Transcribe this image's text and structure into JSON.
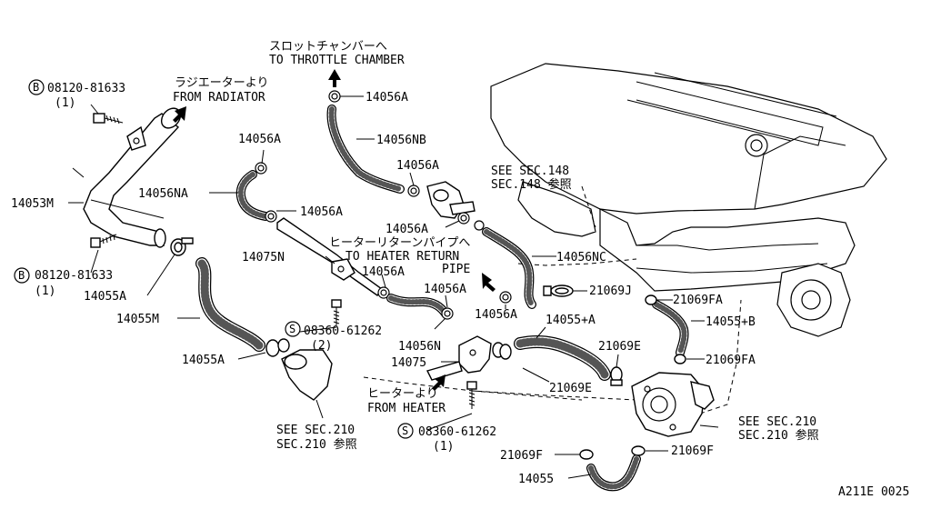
{
  "labels": {
    "to_throttle_jp": "スロットチャンバーへ",
    "to_throttle_en": "TO THROTTLE CHAMBER",
    "from_radiator_jp": "ラジエーターより",
    "from_radiator_en": "FROM RADIATOR",
    "bolt_top_num": "08120-81633",
    "bolt_top_qty": "(1)",
    "bolt_bot_num": "08120-81633",
    "bolt_bot_qty": "(1)",
    "p14056A_1": "14056A",
    "p14056NB": "14056NB",
    "p14056A_2": "14056A",
    "p14056A_3": "14056A",
    "p14056NA": "14056NA",
    "p14056A_4": "14056A",
    "p14053M": "14053M",
    "see_sec148_a": "SEE SEC.148",
    "see_sec148_b": "SEC.148 参照",
    "p14056A_5": "14056A",
    "heater_return_jp": "ヒーターリターンパイプへ",
    "heater_return_en1": "TO HEATER RETURN",
    "heater_return_en2": "PIPE",
    "p14056NC": "14056NC",
    "p14075N": "14075N",
    "p14056A_6": "14056A",
    "p14056A_7": "14056A",
    "p21069J": "21069J",
    "p21069FA_1": "21069FA",
    "p14055A_1": "14055A",
    "p14055M": "14055M",
    "p14056A_8": "14056A",
    "p14055plusA": "14055+A",
    "p14055plusB": "14055+B",
    "screw1_num": "08360-61262",
    "screw1_qty": "(2)",
    "p14056N": "14056N",
    "p21069E_1": "21069E",
    "p21069FA_2": "21069FA",
    "p14055A_2": "14055A",
    "p14075": "14075",
    "p21069E_2": "21069E",
    "from_heater_jp": "ヒーターより",
    "from_heater_en": "FROM HEATER",
    "see_sec210_l_a": "SEE SEC.210",
    "see_sec210_l_b": "SEC.210 参照",
    "screw2_num": "08360-61262",
    "screw2_qty": "(1)",
    "see_sec210_r_a": "SEE SEC.210",
    "see_sec210_r_b": "SEC.210 参照",
    "p21069F_1": "21069F",
    "p21069F_2": "21069F",
    "p14055": "14055",
    "fig_code": "A211E 0025",
    "mark_b": "B",
    "mark_s": "S"
  }
}
